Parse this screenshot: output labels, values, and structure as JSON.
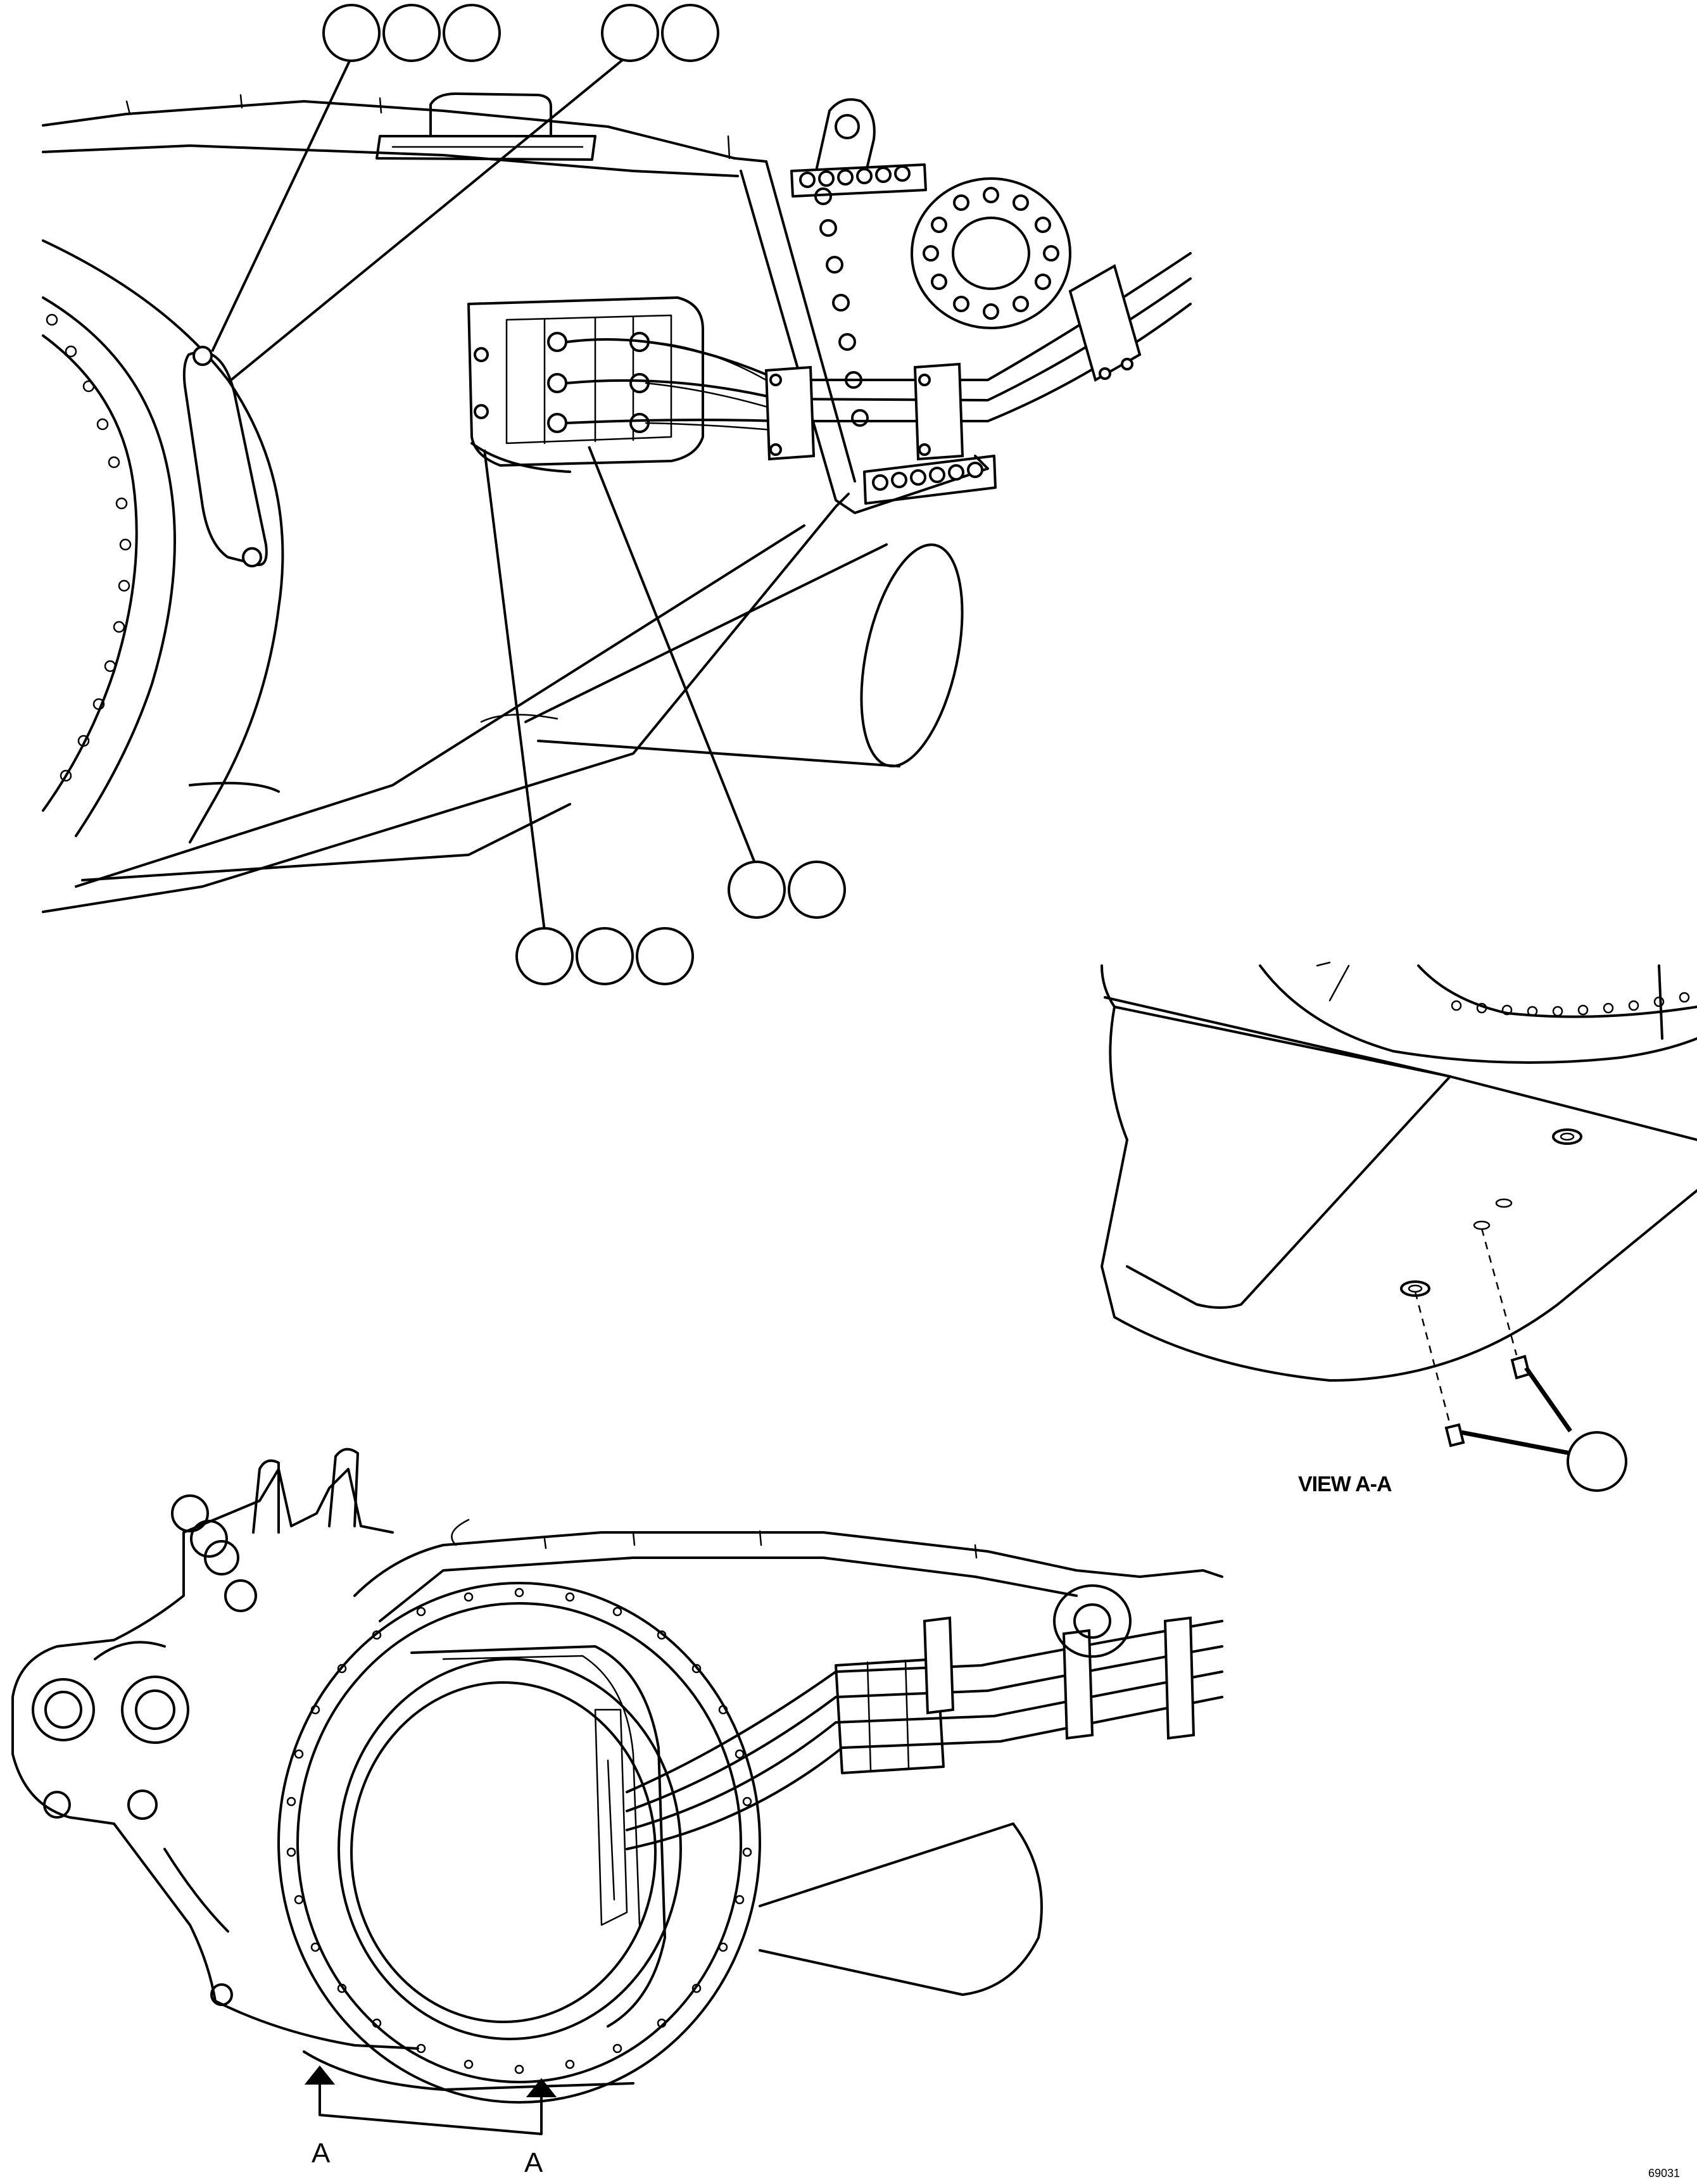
{
  "figure": {
    "view_title": "VIEW A-A",
    "section_marks": [
      "A",
      "A"
    ],
    "drawing_id": "69031"
  },
  "callout_groups": {
    "top_left": {
      "count": 3
    },
    "top_right": {
      "count": 2
    },
    "middle_right": {
      "count": 2
    },
    "middle_left": {
      "count": 3
    },
    "view_aa": {
      "count": 1
    }
  }
}
